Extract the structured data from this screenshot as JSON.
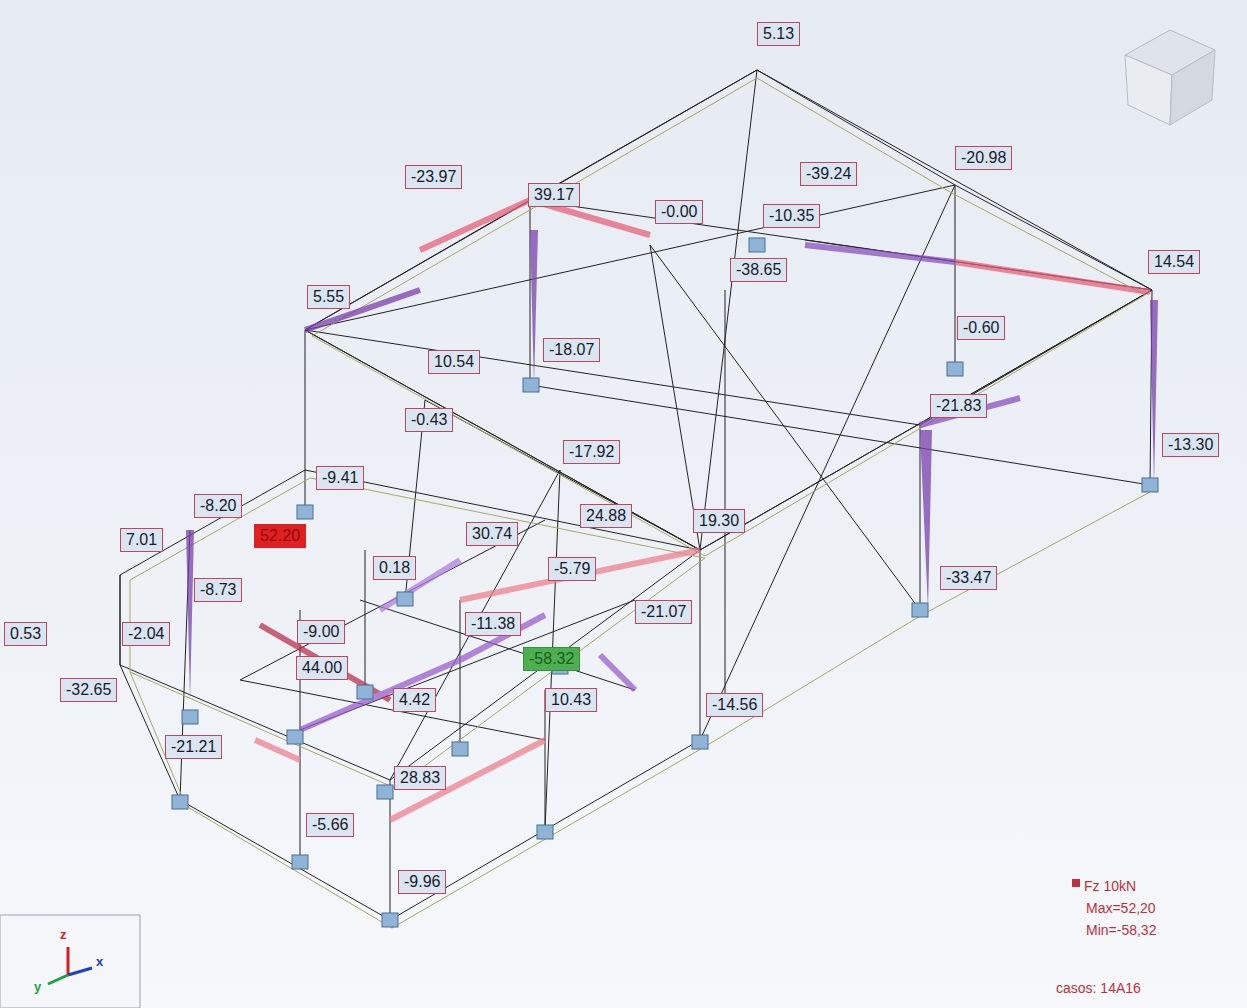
{
  "diagram": {
    "labels": [
      "5.13",
      "-23.97",
      "39.17",
      "-0.00",
      "-39.24",
      "-10.35",
      "-20.98",
      "-38.65",
      "14.54",
      "5.55",
      "-0.60",
      "10.54",
      "-18.07",
      "-0.43",
      "-21.83",
      "-13.30",
      "-17.92",
      "-9.41",
      "-8.20",
      "52.20",
      "24.88",
      "19.30",
      "7.01",
      "30.74",
      "0.18",
      "-5.79",
      "-8.73",
      "-33.47",
      "-21.07",
      "0.53",
      "-2.04",
      "-9.00",
      "-11.38",
      "-58.32",
      "44.00",
      "-32.65",
      "4.42",
      "10.43",
      "-14.56",
      "-21.21",
      "28.83",
      "-5.66",
      "-9.96",
      "Max=52,20",
      "Min=-58,32",
      "casos: 14A16",
      "z",
      "y",
      "x"
    ],
    "legend": [
      {
        "text": "Fz 10kN",
        "color": "#c0303a"
      }
    ]
  }
}
